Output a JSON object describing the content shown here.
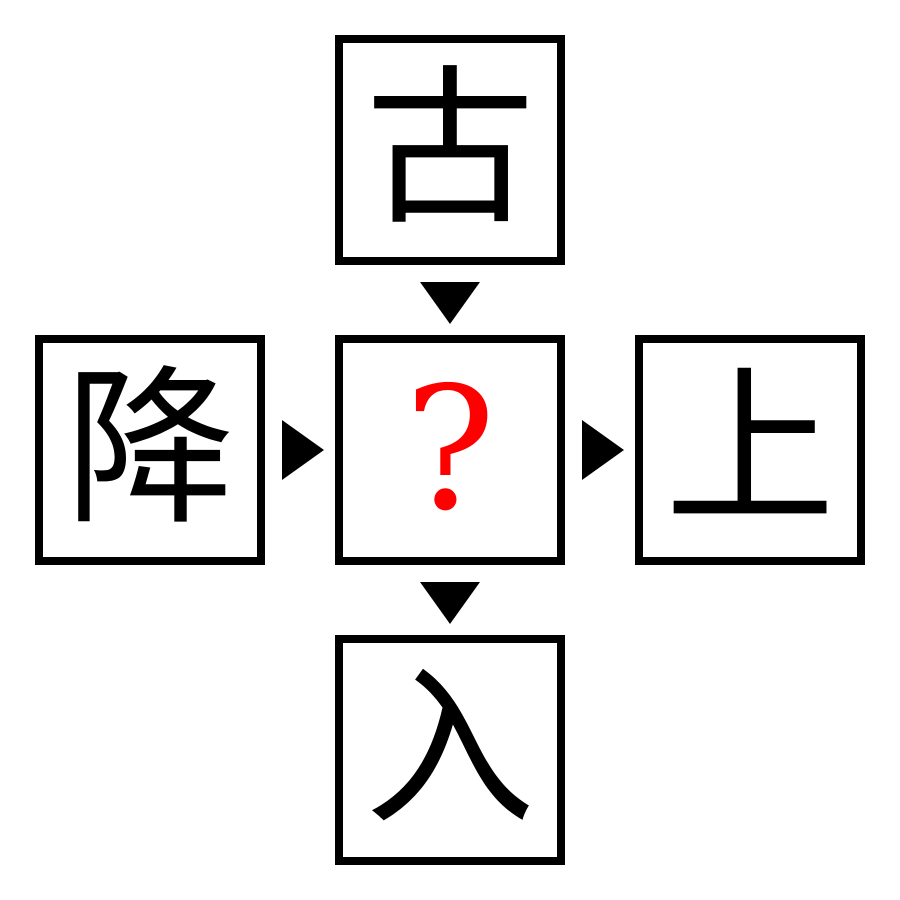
{
  "puzzle": {
    "top": "古",
    "left": "降",
    "center": "?",
    "right": "上",
    "bottom": "入"
  },
  "colors": {
    "border": "#000000",
    "question": "#ff0000"
  }
}
